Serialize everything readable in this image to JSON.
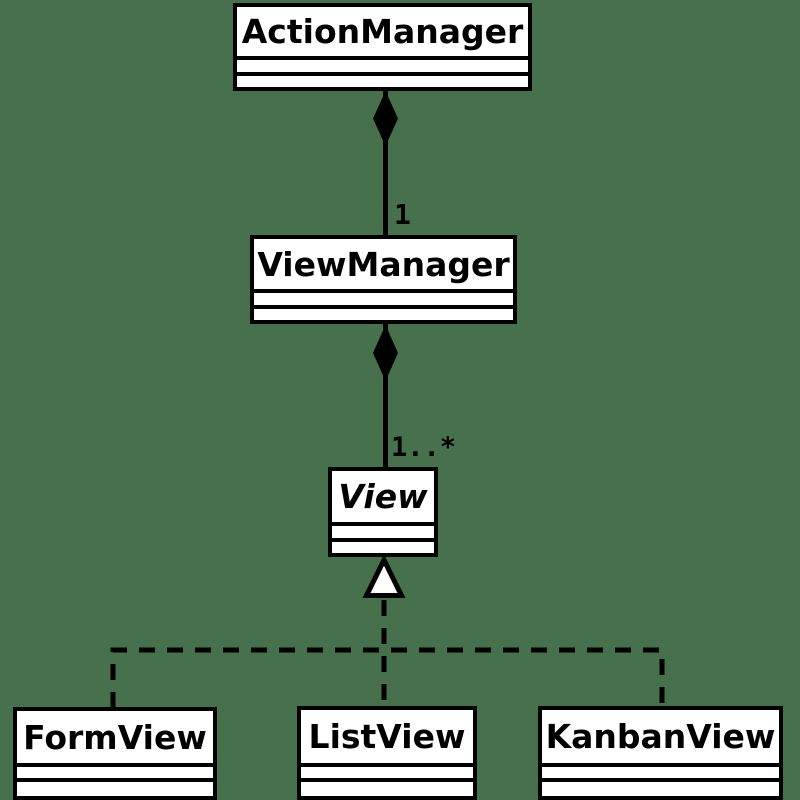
{
  "diagram": {
    "kind": "uml-class-diagram",
    "colors": {
      "background": "#47714D",
      "box_fill": "#FFFFFF",
      "border": "#000000",
      "text": "#000000"
    },
    "icons": {
      "composition": "filled-diamond-icon",
      "realization": "hollow-triangle-icon"
    }
  },
  "classes": [
    {
      "name": "ActionManager",
      "abstract": false,
      "attributes": [],
      "methods": []
    },
    {
      "name": "ViewManager",
      "abstract": false,
      "attributes": [],
      "methods": []
    },
    {
      "name": "View",
      "abstract": true,
      "attributes": [],
      "methods": []
    },
    {
      "name": "FormView",
      "abstract": false,
      "attributes": [],
      "methods": []
    },
    {
      "name": "ListView",
      "abstract": false,
      "attributes": [],
      "methods": []
    },
    {
      "name": "KanbanView",
      "abstract": false,
      "attributes": [],
      "methods": []
    }
  ],
  "relationships": [
    {
      "type": "composition",
      "owner": "ActionManager",
      "part": "ViewManager",
      "multiplicity": "1"
    },
    {
      "type": "composition",
      "owner": "ViewManager",
      "part": "View",
      "multiplicity": "1..*"
    },
    {
      "type": "realization",
      "parent": "View",
      "children": [
        "FormView",
        "ListView",
        "KanbanView"
      ]
    }
  ]
}
